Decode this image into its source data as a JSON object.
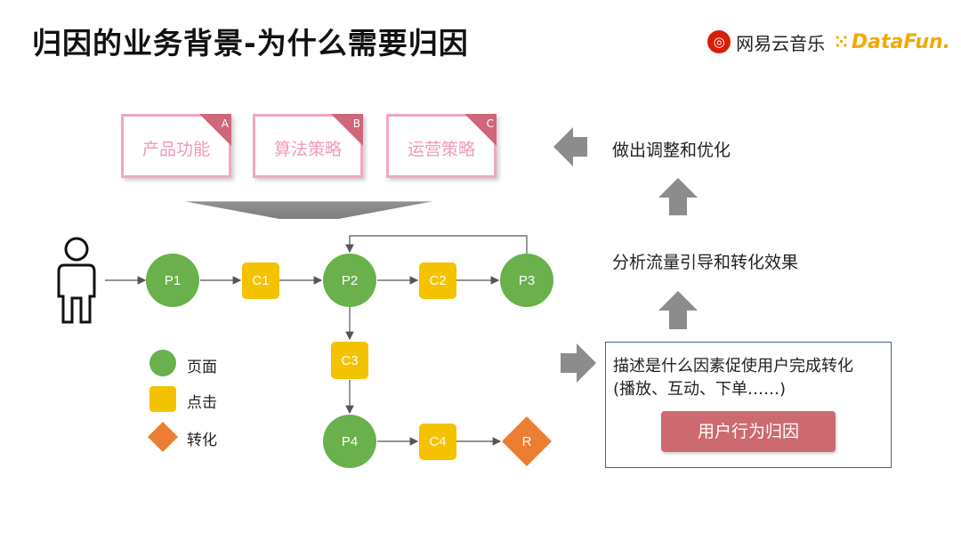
{
  "title": "归因的业务背景-为什么需要归因",
  "logos": {
    "netease_icon": "◎",
    "netease_text": "网易云音乐",
    "datafun_icon": "⁙",
    "datafun_text": "DataFun."
  },
  "top_boxes": [
    {
      "label": "产品功能",
      "corner": "A"
    },
    {
      "label": "算法策略",
      "corner": "B"
    },
    {
      "label": "运营策略",
      "corner": "C"
    }
  ],
  "flow": {
    "pages": [
      "P1",
      "P2",
      "P3",
      "P4"
    ],
    "clicks": [
      "C1",
      "C2",
      "C3",
      "C4"
    ],
    "conversion": "R"
  },
  "legend": {
    "page": "页面",
    "click": "点击",
    "conversion": "转化"
  },
  "right_panel": {
    "adjust": "做出调整和优化",
    "analyze": "分析流量引导和转化效果",
    "describe_line1": "描述是什么因素促使用户完成转化",
    "describe_line2": "(播放、互动、下单……)",
    "attribution_button": "用户行为归因"
  },
  "colors": {
    "page_green": "#6ab04c",
    "click_yellow": "#f5c200",
    "conversion_orange": "#ed7d31",
    "box_pink": "#f1a8c0",
    "corner_red": "#cf6679",
    "button_red": "#cd6a70",
    "arrow_gray": "#8c8c8c"
  }
}
